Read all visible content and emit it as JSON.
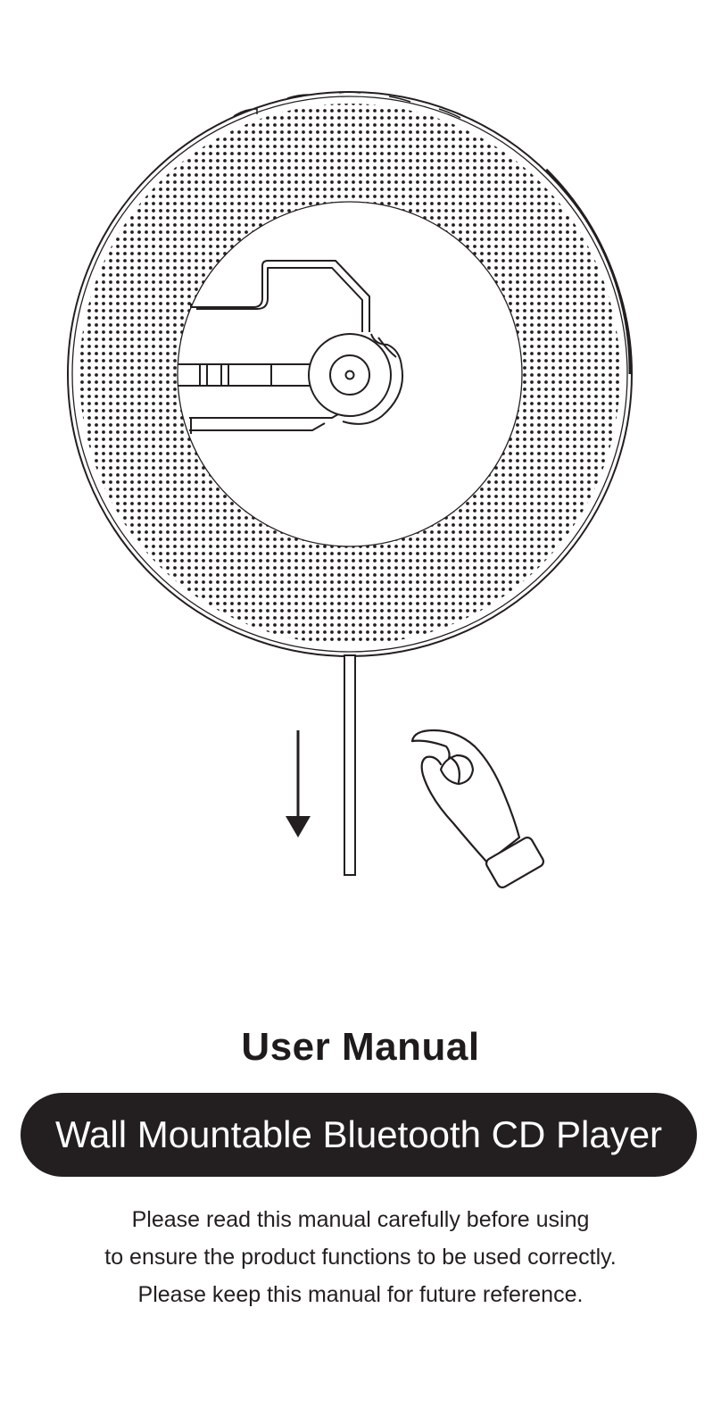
{
  "document": {
    "title": "User Manual",
    "product_name": "Wall Mountable Bluetooth CD Player",
    "notes": [
      "Please read this manual carefully before using",
      "to ensure the product functions to be used correctly.",
      "Please keep this manual for future reference."
    ]
  },
  "illustration": {
    "icons": [
      "cd-player-icon",
      "speaker-grille-icon",
      "pull-cord-icon",
      "down-arrow-icon",
      "hand-icon"
    ],
    "colors": {
      "ink": "#231f20",
      "background": "#ffffff"
    }
  }
}
